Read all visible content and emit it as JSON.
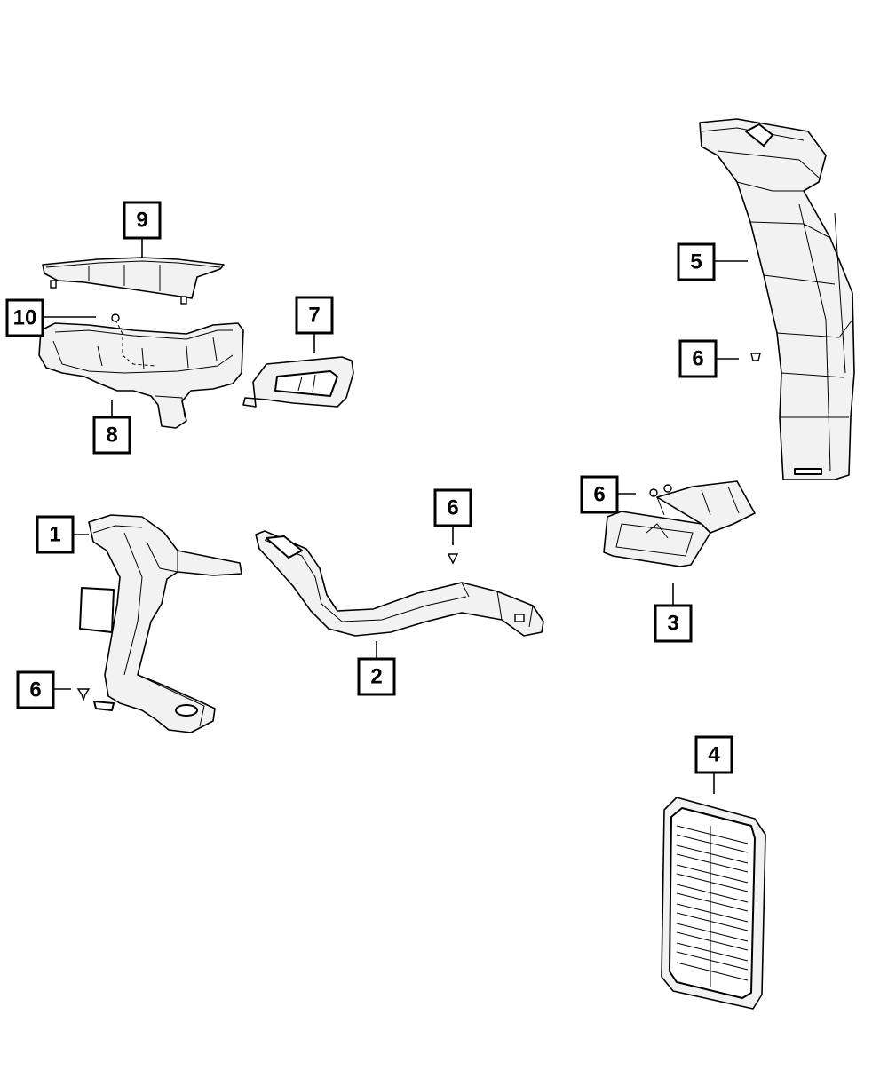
{
  "callouts": {
    "c1": "1",
    "c2": "2",
    "c3": "3",
    "c4": "4",
    "c5": "5",
    "c6a": "6",
    "c6b": "6",
    "c6c": "6",
    "c6d": "6",
    "c7": "7",
    "c8": "8",
    "c9": "9",
    "c10": "10"
  }
}
